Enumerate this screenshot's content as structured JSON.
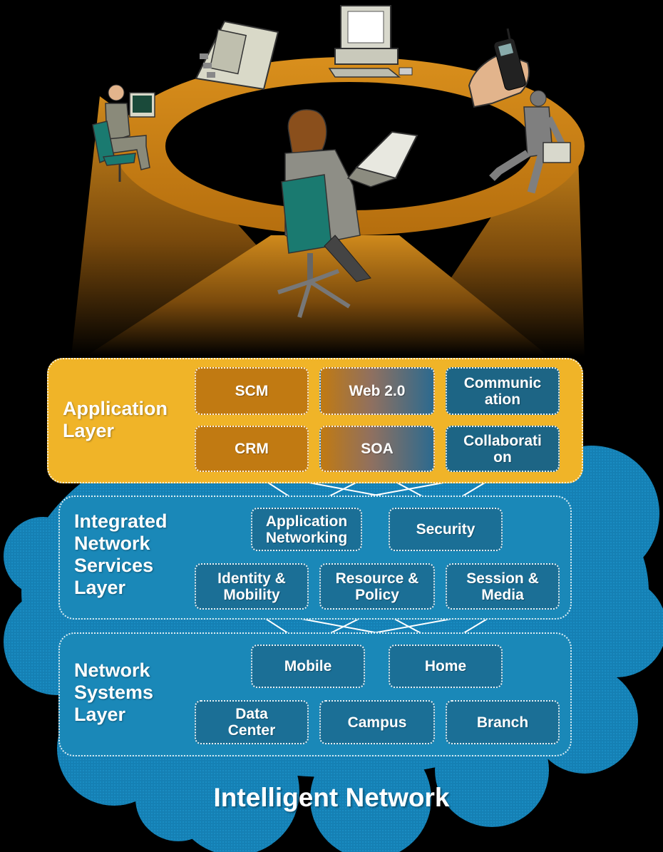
{
  "application_layer": {
    "title": "Application\nLayer",
    "boxes": [
      "SCM",
      "Web 2.0",
      "Communic\nation",
      "CRM",
      "SOA",
      "Collaborati\non"
    ]
  },
  "services_layer": {
    "title": "Integrated\nNetwork\nServices\nLayer",
    "boxes": [
      "Application\nNetworking",
      "Security",
      "Identity &\nMobility",
      "Resource &\nPolicy",
      "Session &\nMedia"
    ]
  },
  "systems_layer": {
    "title": "Network\nSystems\nLayer",
    "boxes": [
      "Mobile",
      "Home",
      "Data\nCenter",
      "Campus",
      "Branch"
    ]
  },
  "footer": "Intelligent Network",
  "colors": {
    "background": "#000000",
    "application_layer": "#f0b428",
    "application_box": "#c17a12",
    "services_layer": "#1a88b8",
    "network_box": "#1b6f96",
    "cloud": "#1580b4"
  },
  "illustration": {
    "figures": [
      "desk-phone-icon",
      "desktop-computer-icon",
      "mobile-phone-icon",
      "man-at-computer-icon",
      "woman-at-laptop-icon",
      "running-businessman-icon"
    ]
  }
}
